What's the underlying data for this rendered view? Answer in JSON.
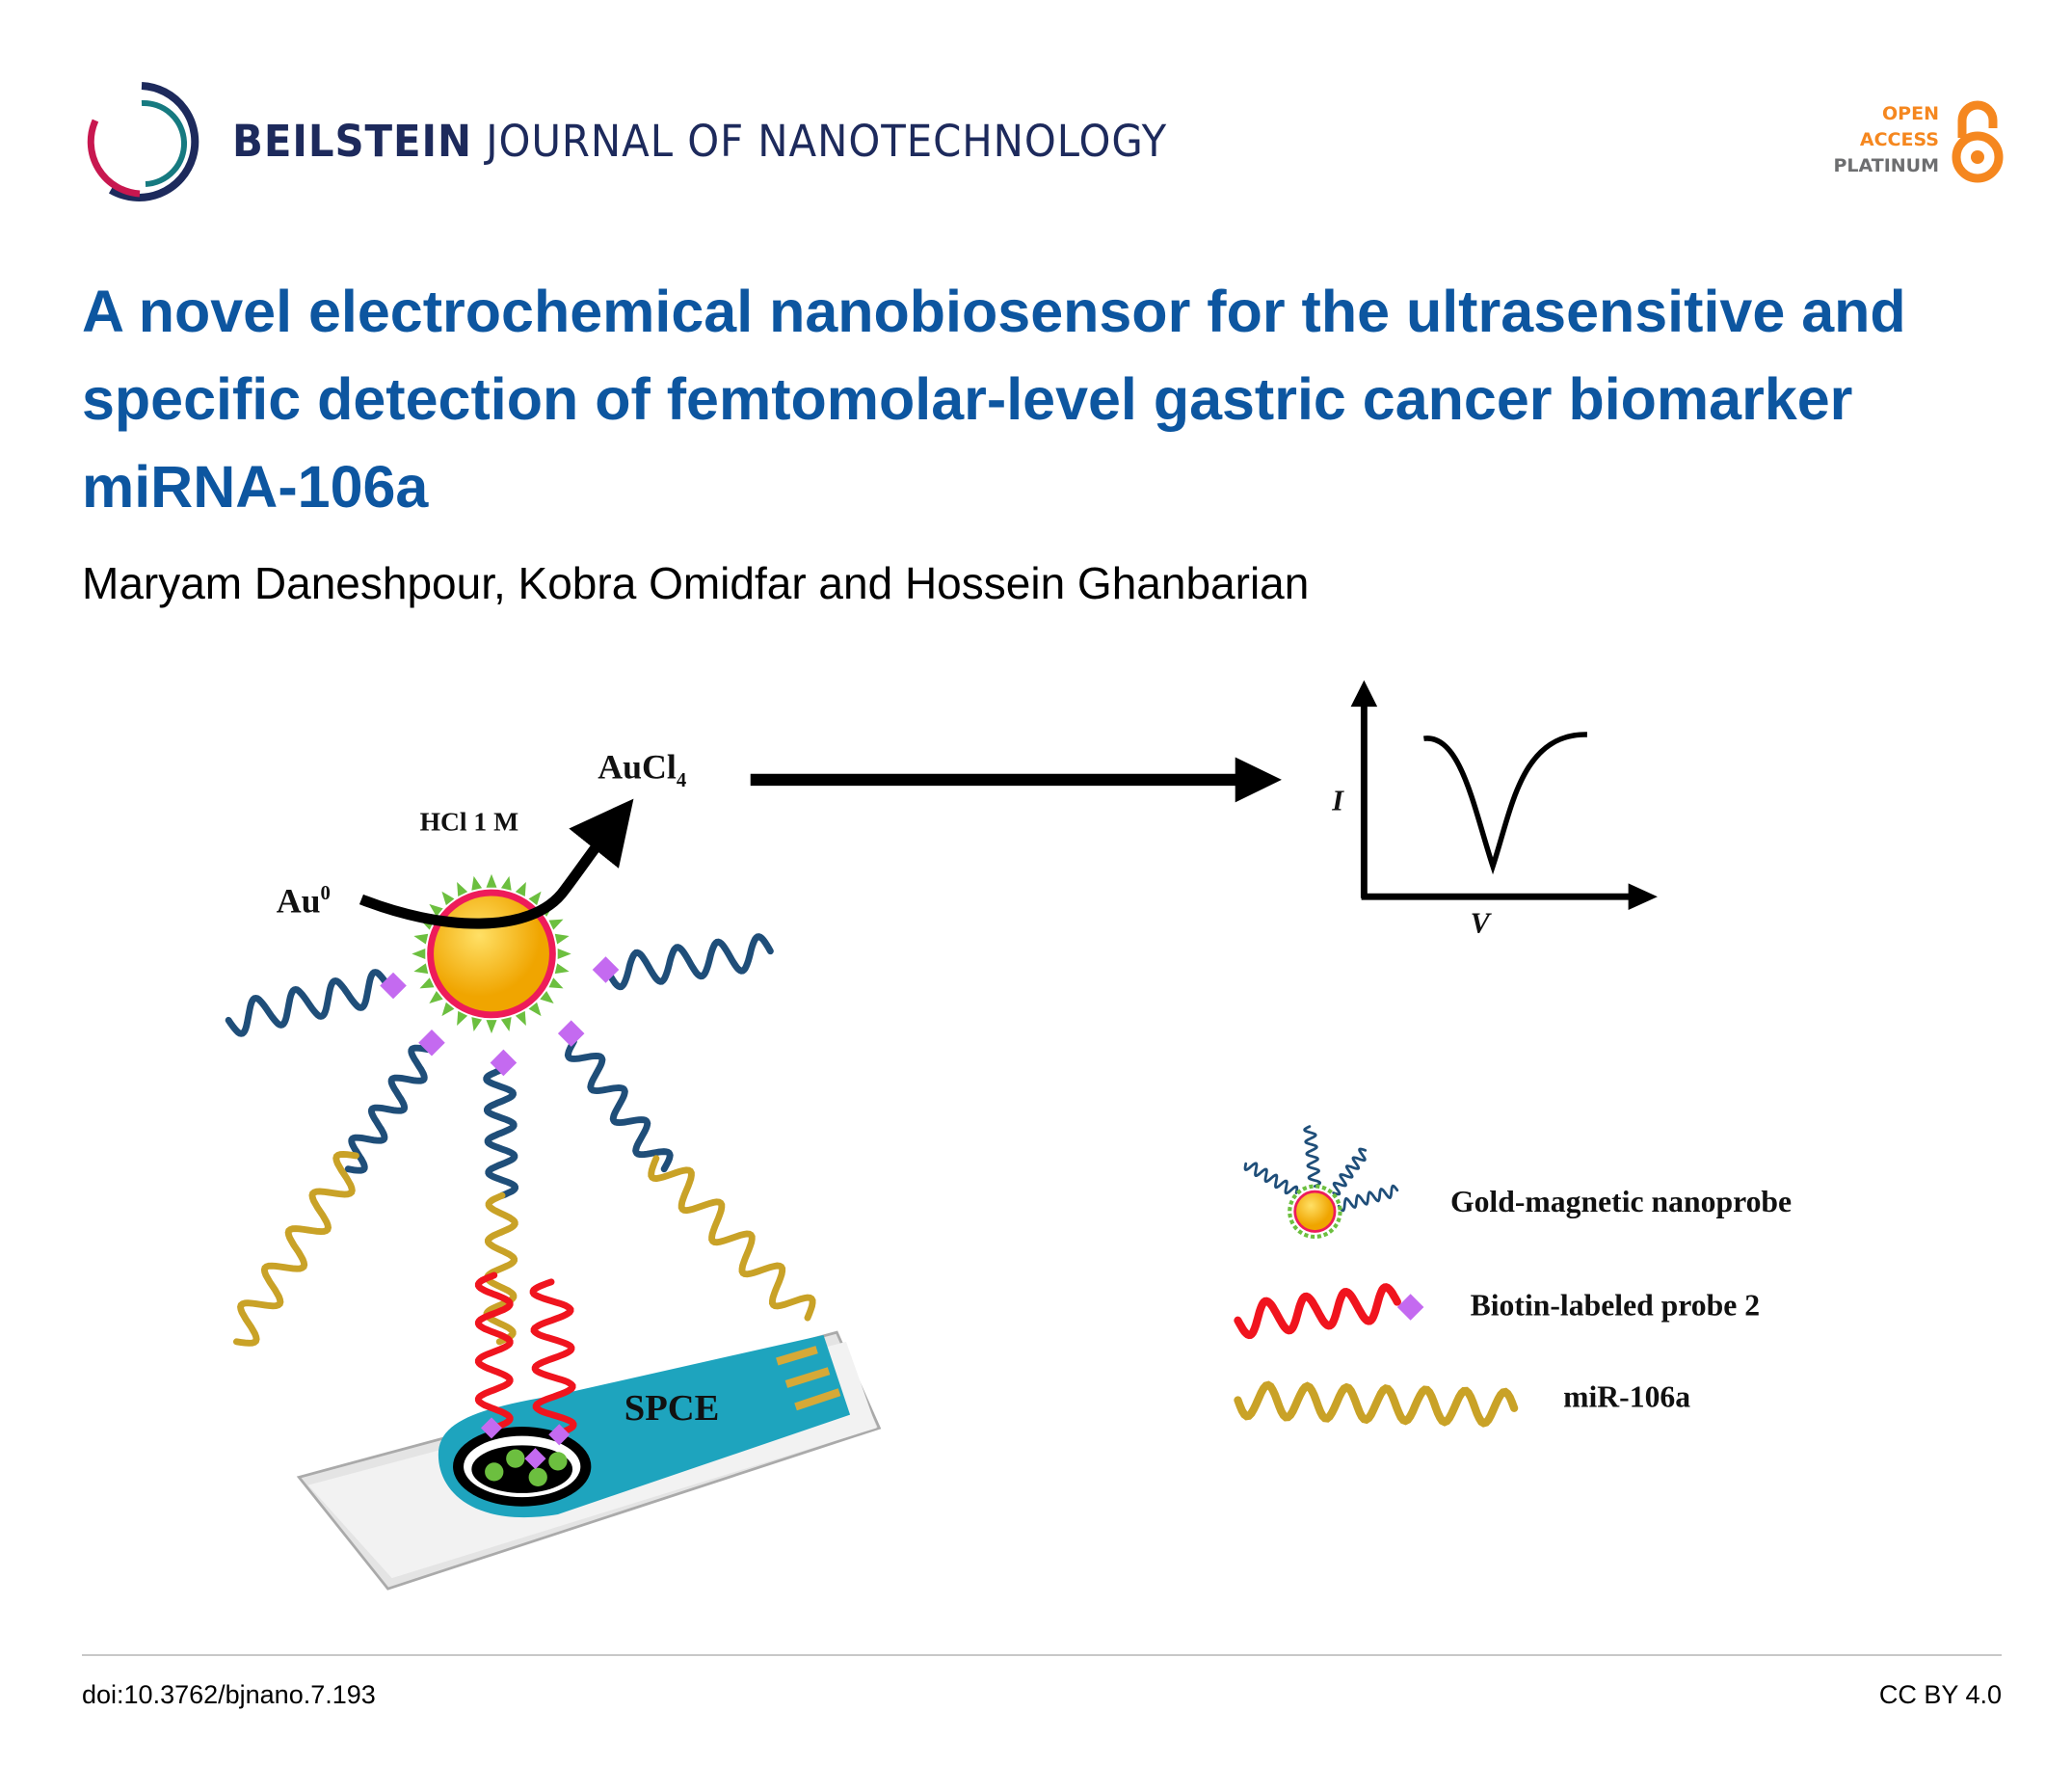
{
  "header": {
    "journal_bold": "BEILSTEIN",
    "journal_rest": "JOURNAL OF NANOTECHNOLOGY",
    "badge": {
      "line1": "OPEN",
      "line2": "ACCESS",
      "line3": "PLATINUM",
      "orange": "#f5871f",
      "gray": "#6d6e70"
    }
  },
  "article": {
    "title": "A novel electrochemical nanobiosensor for the ultrasensitive and specific detection of femtomolar-level gastric cancer biomarker miRNA-106a",
    "authors": "Maryam Daneshpour, Kobra Omidfar and Hossein Ghanbarian"
  },
  "figure": {
    "aucl": "AuCl",
    "aucl_sub": "4",
    "hcl": "HCl 1 M",
    "au": "Au",
    "au_sup": "0",
    "axis_y": "I",
    "axis_x": "V",
    "electrode": "SPCE",
    "legend": [
      {
        "label": "Gold-magnetic nanoprobe"
      },
      {
        "label": "Biotin-labeled probe 2"
      },
      {
        "label": "miR-106a"
      }
    ]
  },
  "footer": {
    "doi": "doi:10.3762/bjnano.7.193",
    "license": "CC BY 4.0"
  },
  "colors": {
    "title": "#0d56a0",
    "navy": "#1d2a5c",
    "crimson": "#c8174f",
    "teal": "#167a80"
  }
}
